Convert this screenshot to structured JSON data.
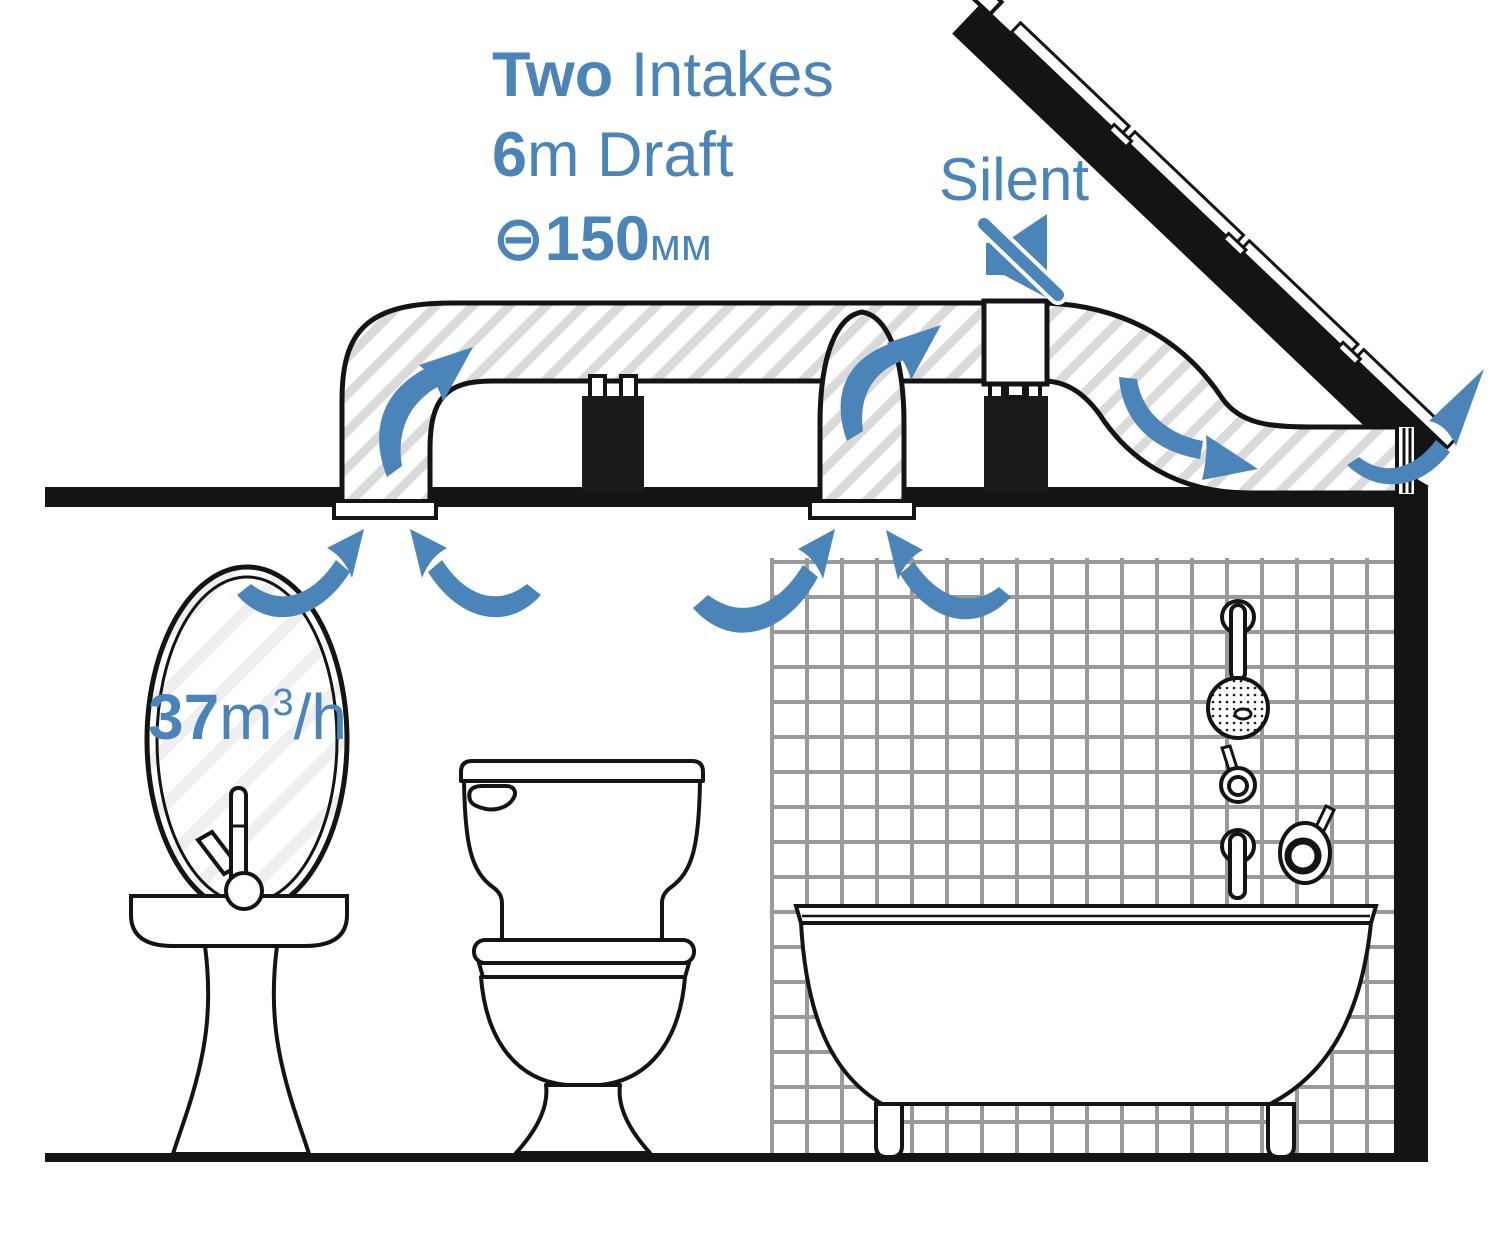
{
  "annotations": {
    "intakes": {
      "bold": "Two",
      "rest": " Intakes"
    },
    "draft": {
      "bold": "6",
      "unit": "m",
      "rest": " Draft"
    },
    "diameter": {
      "symbol": "⊖",
      "value": "150",
      "unit": "мм"
    },
    "silent": "Silent",
    "flow_rate": {
      "value": "37",
      "unit": "m",
      "sup": "3",
      "per": "/h"
    }
  },
  "icons": {
    "silent_icon": "muted-speaker-icon",
    "airflow_icon": "curved-arrow-icon"
  },
  "colors": {
    "accent_blue": "#4a84b8",
    "line_black": "#141414",
    "tile_gray": "#9a9a9a",
    "duct_hatch_gray": "#dadada",
    "mirror_hatch_gray": "#efefef",
    "background": "#ffffff"
  },
  "scene": {
    "description": "Bathroom ventilation diagram: two ceiling intakes ducted to a silent inline fan exhausting through the roof eave",
    "fixtures": [
      "mirror",
      "pedestal-sink",
      "toilet",
      "bathtub",
      "shower"
    ]
  }
}
